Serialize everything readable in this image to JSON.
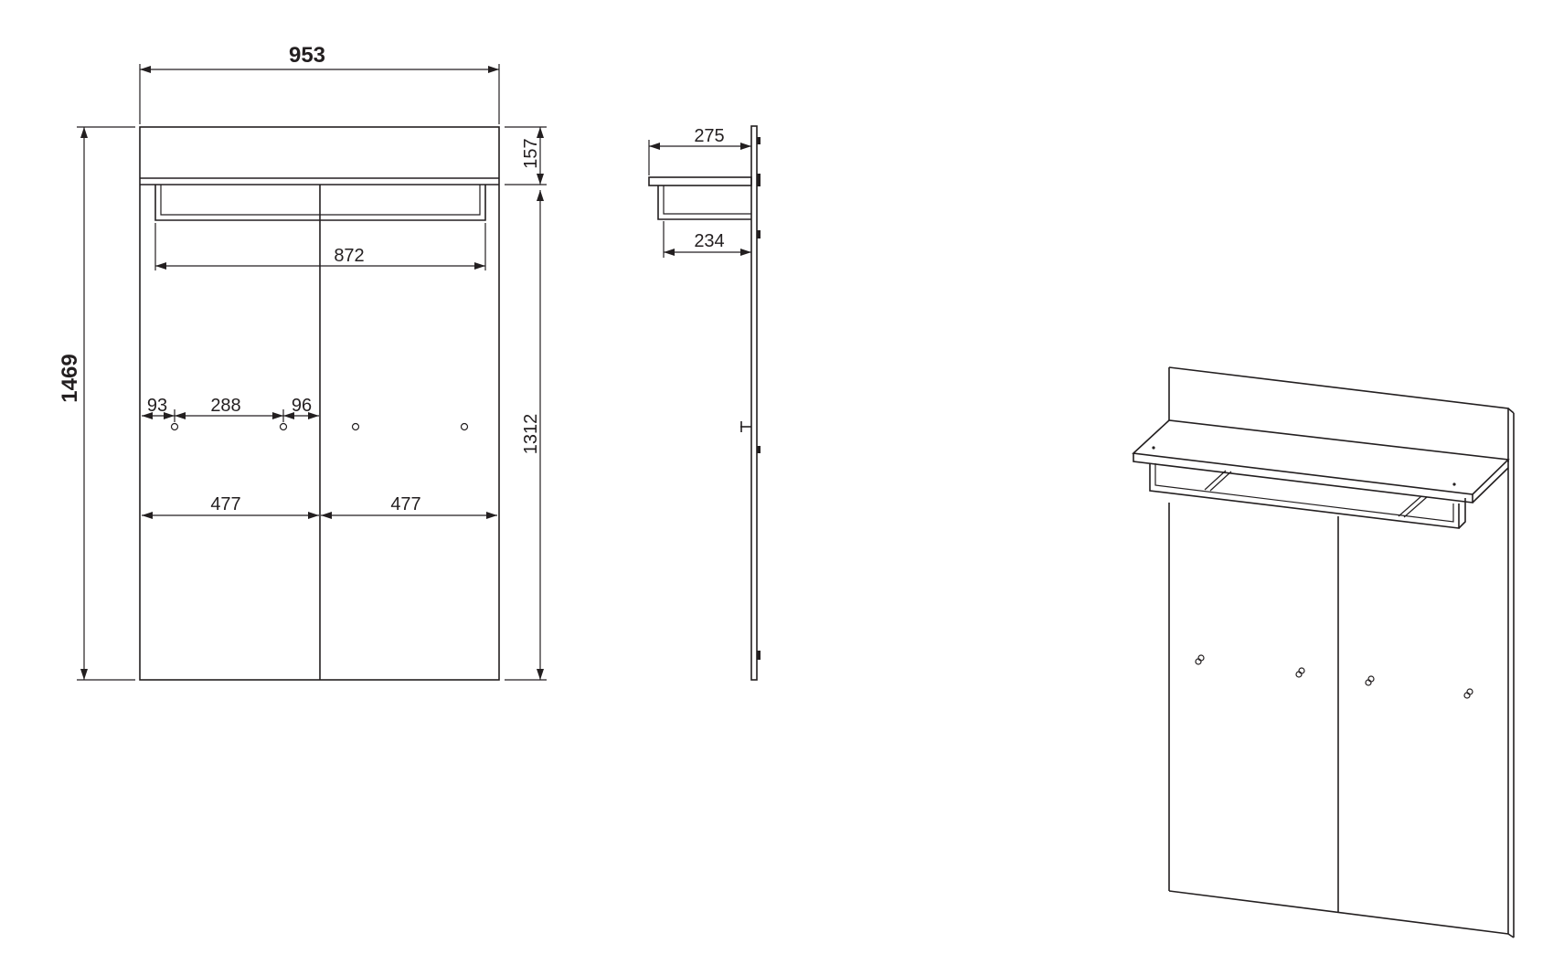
{
  "front_view": {
    "total_width": "953",
    "total_height": "1469",
    "top_panel_height": "157",
    "lower_panel_height": "1312",
    "rail_width": "872",
    "hook_offset_left": "93",
    "hook_spacing": "288",
    "hook_offset_right": "96",
    "half_width_left": "477",
    "half_width_right": "477"
  },
  "side_view": {
    "shelf_depth": "275",
    "rail_depth": "234"
  }
}
